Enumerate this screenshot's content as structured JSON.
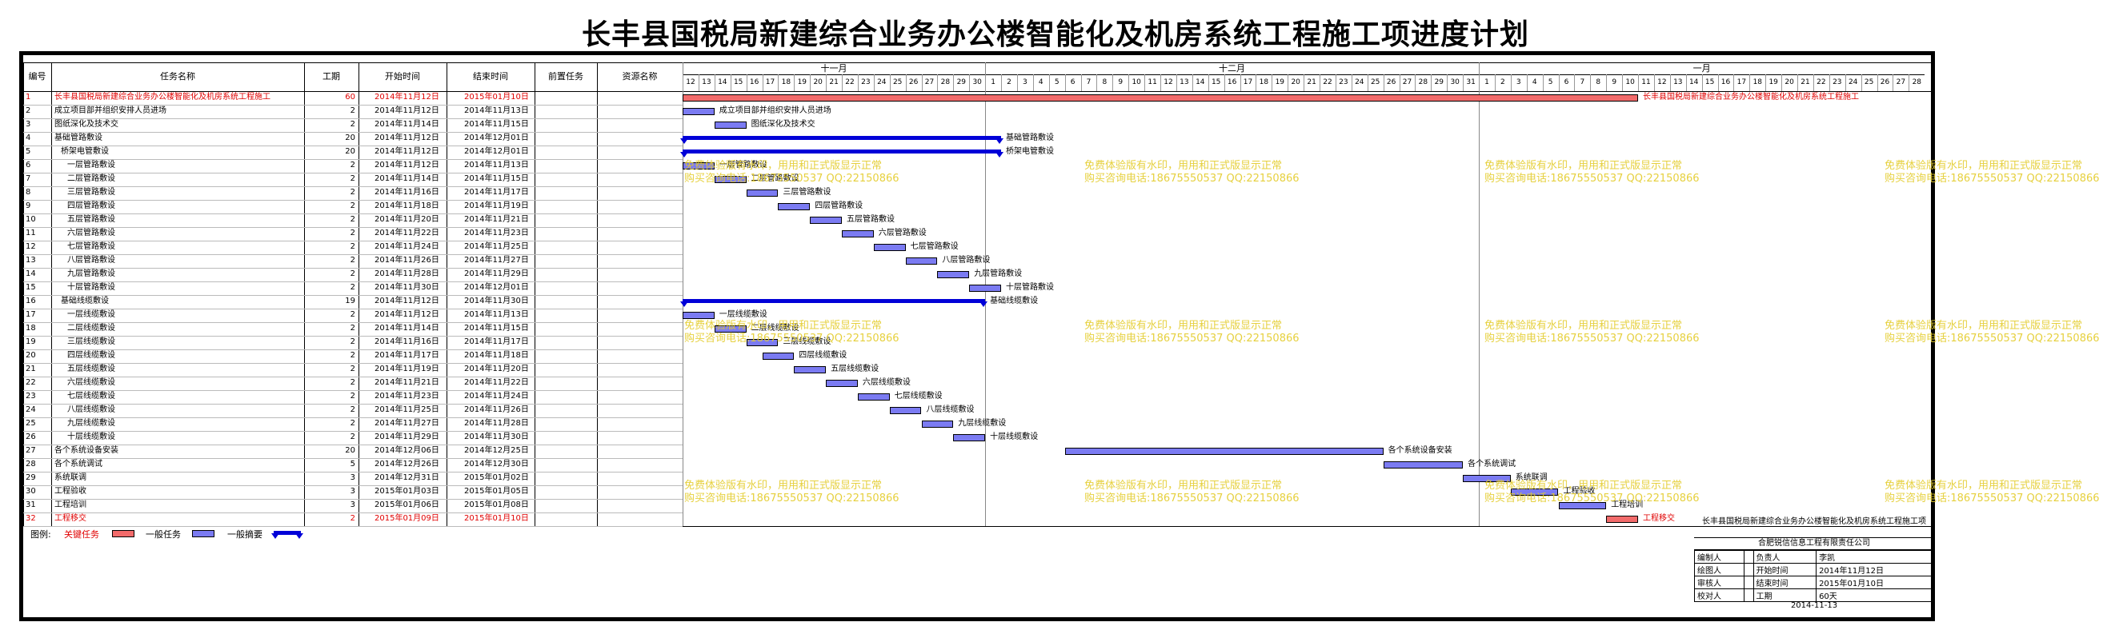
{
  "title": "长丰县国税局新建综合业务办公楼智能化及机房系统工程施工项进度计划",
  "columns": {
    "id": "编号",
    "name": "任务名称",
    "dur": "工期",
    "start": "开始时间",
    "end": "结束时间",
    "pred": "前置任务",
    "res": "资源名称"
  },
  "months": [
    "十一月",
    "十二月",
    "一月"
  ],
  "rows": [
    {
      "id": "1",
      "name": "长丰县国税局新建综合业务办公楼智能化及机房系统工程施工",
      "dur": "60",
      "start": "2014年11月12日",
      "end": "2015年01月10日",
      "crit": true
    },
    {
      "id": "2",
      "name": "成立项目部并组织安排人员进场",
      "dur": "2",
      "start": "2014年11月12日",
      "end": "2014年11月13日"
    },
    {
      "id": "3",
      "name": "图纸深化及技术交",
      "dur": "2",
      "start": "2014年11月14日",
      "end": "2014年11月15日"
    },
    {
      "id": "4",
      "name": "基础管路敷设",
      "dur": "20",
      "start": "2014年11月12日",
      "end": "2014年12月01日"
    },
    {
      "id": "5",
      "name": "桥架电管敷设",
      "dur": "20",
      "start": "2014年11月12日",
      "end": "2014年12月01日"
    },
    {
      "id": "6",
      "name": "一层管路敷设",
      "dur": "2",
      "start": "2014年11月12日",
      "end": "2014年11月13日"
    },
    {
      "id": "7",
      "name": "二层管路敷设",
      "dur": "2",
      "start": "2014年11月14日",
      "end": "2014年11月15日"
    },
    {
      "id": "8",
      "name": "三层管路敷设",
      "dur": "2",
      "start": "2014年11月16日",
      "end": "2014年11月17日"
    },
    {
      "id": "9",
      "name": "四层管路敷设",
      "dur": "2",
      "start": "2014年11月18日",
      "end": "2014年11月19日"
    },
    {
      "id": "10",
      "name": "五层管路敷设",
      "dur": "2",
      "start": "2014年11月20日",
      "end": "2014年11月21日"
    },
    {
      "id": "11",
      "name": "六层管路敷设",
      "dur": "2",
      "start": "2014年11月22日",
      "end": "2014年11月23日"
    },
    {
      "id": "12",
      "name": "七层管路敷设",
      "dur": "2",
      "start": "2014年11月24日",
      "end": "2014年11月25日"
    },
    {
      "id": "13",
      "name": "八层管路敷设",
      "dur": "2",
      "start": "2014年11月26日",
      "end": "2014年11月27日"
    },
    {
      "id": "14",
      "name": "九层管路敷设",
      "dur": "2",
      "start": "2014年11月28日",
      "end": "2014年11月29日"
    },
    {
      "id": "15",
      "name": "十层管路敷设",
      "dur": "2",
      "start": "2014年11月30日",
      "end": "2014年12月01日"
    },
    {
      "id": "16",
      "name": "基础线缆敷设",
      "dur": "19",
      "start": "2014年11月12日",
      "end": "2014年11月30日"
    },
    {
      "id": "17",
      "name": "一层线缆敷设",
      "dur": "2",
      "start": "2014年11月12日",
      "end": "2014年11月13日"
    },
    {
      "id": "18",
      "name": "二层线缆敷设",
      "dur": "2",
      "start": "2014年11月14日",
      "end": "2014年11月15日"
    },
    {
      "id": "19",
      "name": "三层线缆敷设",
      "dur": "2",
      "start": "2014年11月16日",
      "end": "2014年11月17日"
    },
    {
      "id": "20",
      "name": "四层线缆敷设",
      "dur": "2",
      "start": "2014年11月17日",
      "end": "2014年11月18日"
    },
    {
      "id": "21",
      "name": "五层线缆敷设",
      "dur": "2",
      "start": "2014年11月19日",
      "end": "2014年11月20日"
    },
    {
      "id": "22",
      "name": "六层线缆敷设",
      "dur": "2",
      "start": "2014年11月21日",
      "end": "2014年11月22日"
    },
    {
      "id": "23",
      "name": "七层线缆敷设",
      "dur": "2",
      "start": "2014年11月23日",
      "end": "2014年11月24日"
    },
    {
      "id": "24",
      "name": "八层线缆敷设",
      "dur": "2",
      "start": "2014年11月25日",
      "end": "2014年11月26日"
    },
    {
      "id": "25",
      "name": "九层线缆敷设",
      "dur": "2",
      "start": "2014年11月27日",
      "end": "2014年11月28日"
    },
    {
      "id": "26",
      "name": "十层线缆敷设",
      "dur": "2",
      "start": "2014年11月29日",
      "end": "2014年11月30日"
    },
    {
      "id": "27",
      "name": "各个系统设备安装",
      "dur": "20",
      "start": "2014年12月06日",
      "end": "2014年12月25日"
    },
    {
      "id": "28",
      "name": "各个系统调试",
      "dur": "5",
      "start": "2014年12月26日",
      "end": "2014年12月30日"
    },
    {
      "id": "29",
      "name": "系统联调",
      "dur": "3",
      "start": "2014年12月31日",
      "end": "2015年01月02日"
    },
    {
      "id": "30",
      "name": "工程验收",
      "dur": "3",
      "start": "2015年01月03日",
      "end": "2015年01月05日"
    },
    {
      "id": "31",
      "name": "工程培训",
      "dur": "3",
      "start": "2015年01月06日",
      "end": "2015年01月08日"
    },
    {
      "id": "32",
      "name": "工程移交",
      "dur": "2",
      "start": "2015年01月09日",
      "end": "2015年01月10日",
      "crit": true
    }
  ],
  "bar_labels": {
    "1": "长丰县国税局新建综合业务办公楼智能化及机房系统工程施工",
    "2": "成立项目部并组织安排人员进场",
    "3": "图纸深化及技术交",
    "4": "基础管路敷设",
    "5": "桥架电管敷设",
    "6": "一层管路敷设",
    "7": "二层管路敷设",
    "8": "三层管路敷设",
    "9": "四层管路敷设",
    "10": "五层管路敷设",
    "11": "六层管路敷设",
    "12": "七层管路敷设",
    "13": "八层管路敷设",
    "14": "九层管路敷设",
    "15": "十层管路敷设",
    "16": "基础线缆敷设",
    "17": "一层线缆敷设",
    "18": "二层线缆敷设",
    "19": "三层线缆敷设",
    "20": "四层线缆敷设",
    "21": "五层线缆敷设",
    "22": "六层线缆敷设",
    "23": "七层线缆敷设",
    "24": "八层线缆敷设",
    "25": "九层线缆敷设",
    "26": "十层线缆敷设",
    "27": "各个系统设备安装",
    "28": "各个系统调试",
    "29": "系统联调",
    "30": "工程验收",
    "31": "工程培训",
    "32": "工程移交"
  },
  "legend": {
    "label": "图例:",
    "crit": "关键任务",
    "task": "一般任务",
    "summary": "一般摘要"
  },
  "watermark": {
    "line1": "免费体验版有水印，用用和正式版显示正常",
    "line2": "购买咨询电话:18675550537 QQ:22150866"
  },
  "info": {
    "project": "长丰县国税局新建综合业务办公楼智能化及机房系统工程施工项",
    "company": "合肥锐信信息工程有限责任公司",
    "r1": [
      "编制人",
      "",
      "负责人",
      "李凯"
    ],
    "r2": [
      "绘图人",
      "",
      "开始时间",
      "2014年11月12日"
    ],
    "r3": [
      "审核人",
      "",
      "结束时间",
      "2015年01月10日"
    ],
    "r4": [
      "校对人",
      "",
      "工期",
      "60天"
    ],
    "date": "2014-11-13"
  },
  "colors": {
    "task": "#7b7bf2",
    "crit": "#f26b6b",
    "summary": "#0000d8",
    "critText": "#e00000",
    "watermark": "#e4cc2a"
  }
}
